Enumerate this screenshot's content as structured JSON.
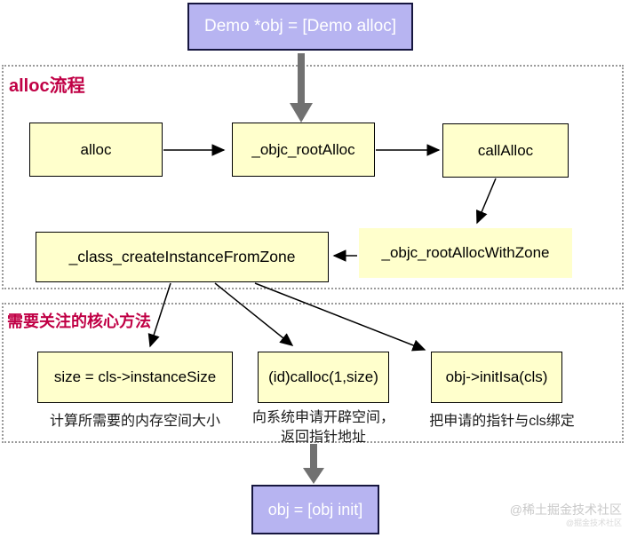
{
  "nodes": {
    "entry": "Demo *obj = [Demo alloc]",
    "alloc": "alloc",
    "root_alloc": "_objc_rootAlloc",
    "call_alloc": "callAlloc",
    "create_instance_from_zone": "_class_createInstanceFromZone",
    "root_alloc_with_zone": "_objc_rootAllocWithZone",
    "instance_size": "size = cls->instanceSize",
    "calloc": "(id)calloc(1,size)",
    "init_isa": "obj->initIsa(cls)",
    "exit": "obj = [obj init]"
  },
  "sections": {
    "alloc_flow": "alloc流程",
    "core_methods": "需要关注的核心方法"
  },
  "captions": {
    "instance_size": "计算所需要的内存空间大小",
    "calloc_line1": "向系统申请开辟空间，",
    "calloc_line2": "返回指针地址",
    "init_isa": "把申请的指针与cls绑定"
  },
  "watermark": {
    "main": "@稀土掘金技术社区",
    "sub": "@掘金技术社区"
  },
  "colors": {
    "node_fill": "#ffffcc",
    "node_border": "#000000",
    "highlight_fill": "#b7b4f1",
    "highlight_border": "#16163f",
    "highlight_text": "#ffffff",
    "section_title": "#c00045",
    "dashed_border": "#9a9a9a",
    "thin_arrow": "#000000",
    "thick_arrow": "#717171",
    "watermark": "#c9c9c9"
  }
}
